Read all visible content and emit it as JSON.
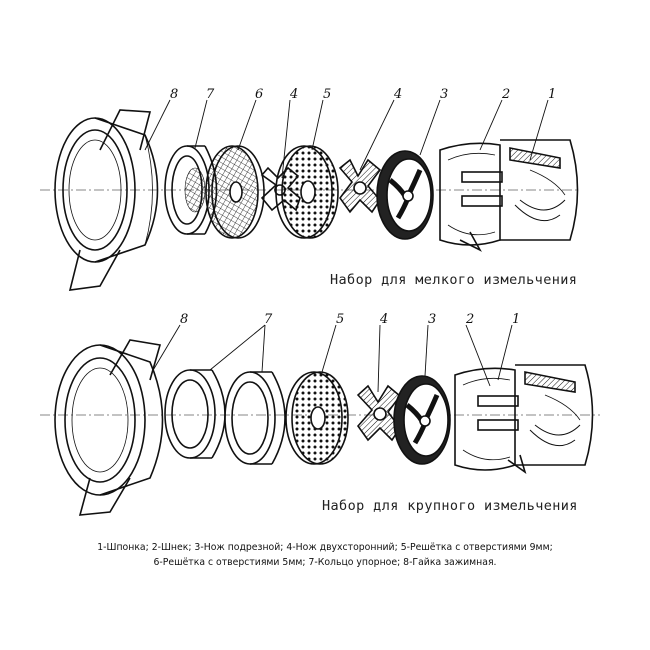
{
  "sets": [
    {
      "caption": "Набор для мелкого измельчения",
      "part_numbers": [
        "8",
        "7",
        "6",
        "4",
        "5",
        "4",
        "3",
        "2",
        "1"
      ]
    },
    {
      "caption": "Набор для крупного измельчения",
      "part_numbers": [
        "8",
        "7",
        "5",
        "4",
        "3",
        "2",
        "1"
      ]
    }
  ],
  "legend": {
    "line1": "1-Шпонка; 2-Шнек; 3-Нож подрезной; 4-Нож двухсторонний; 5-Решётка с отверстиями 9мм;",
    "line2": "6-Решётка с отверстиями 5мм; 7-Кольцо упорное; 8-Гайка зажимная."
  },
  "colors": {
    "ink": "#111111",
    "background": "#ffffff"
  }
}
